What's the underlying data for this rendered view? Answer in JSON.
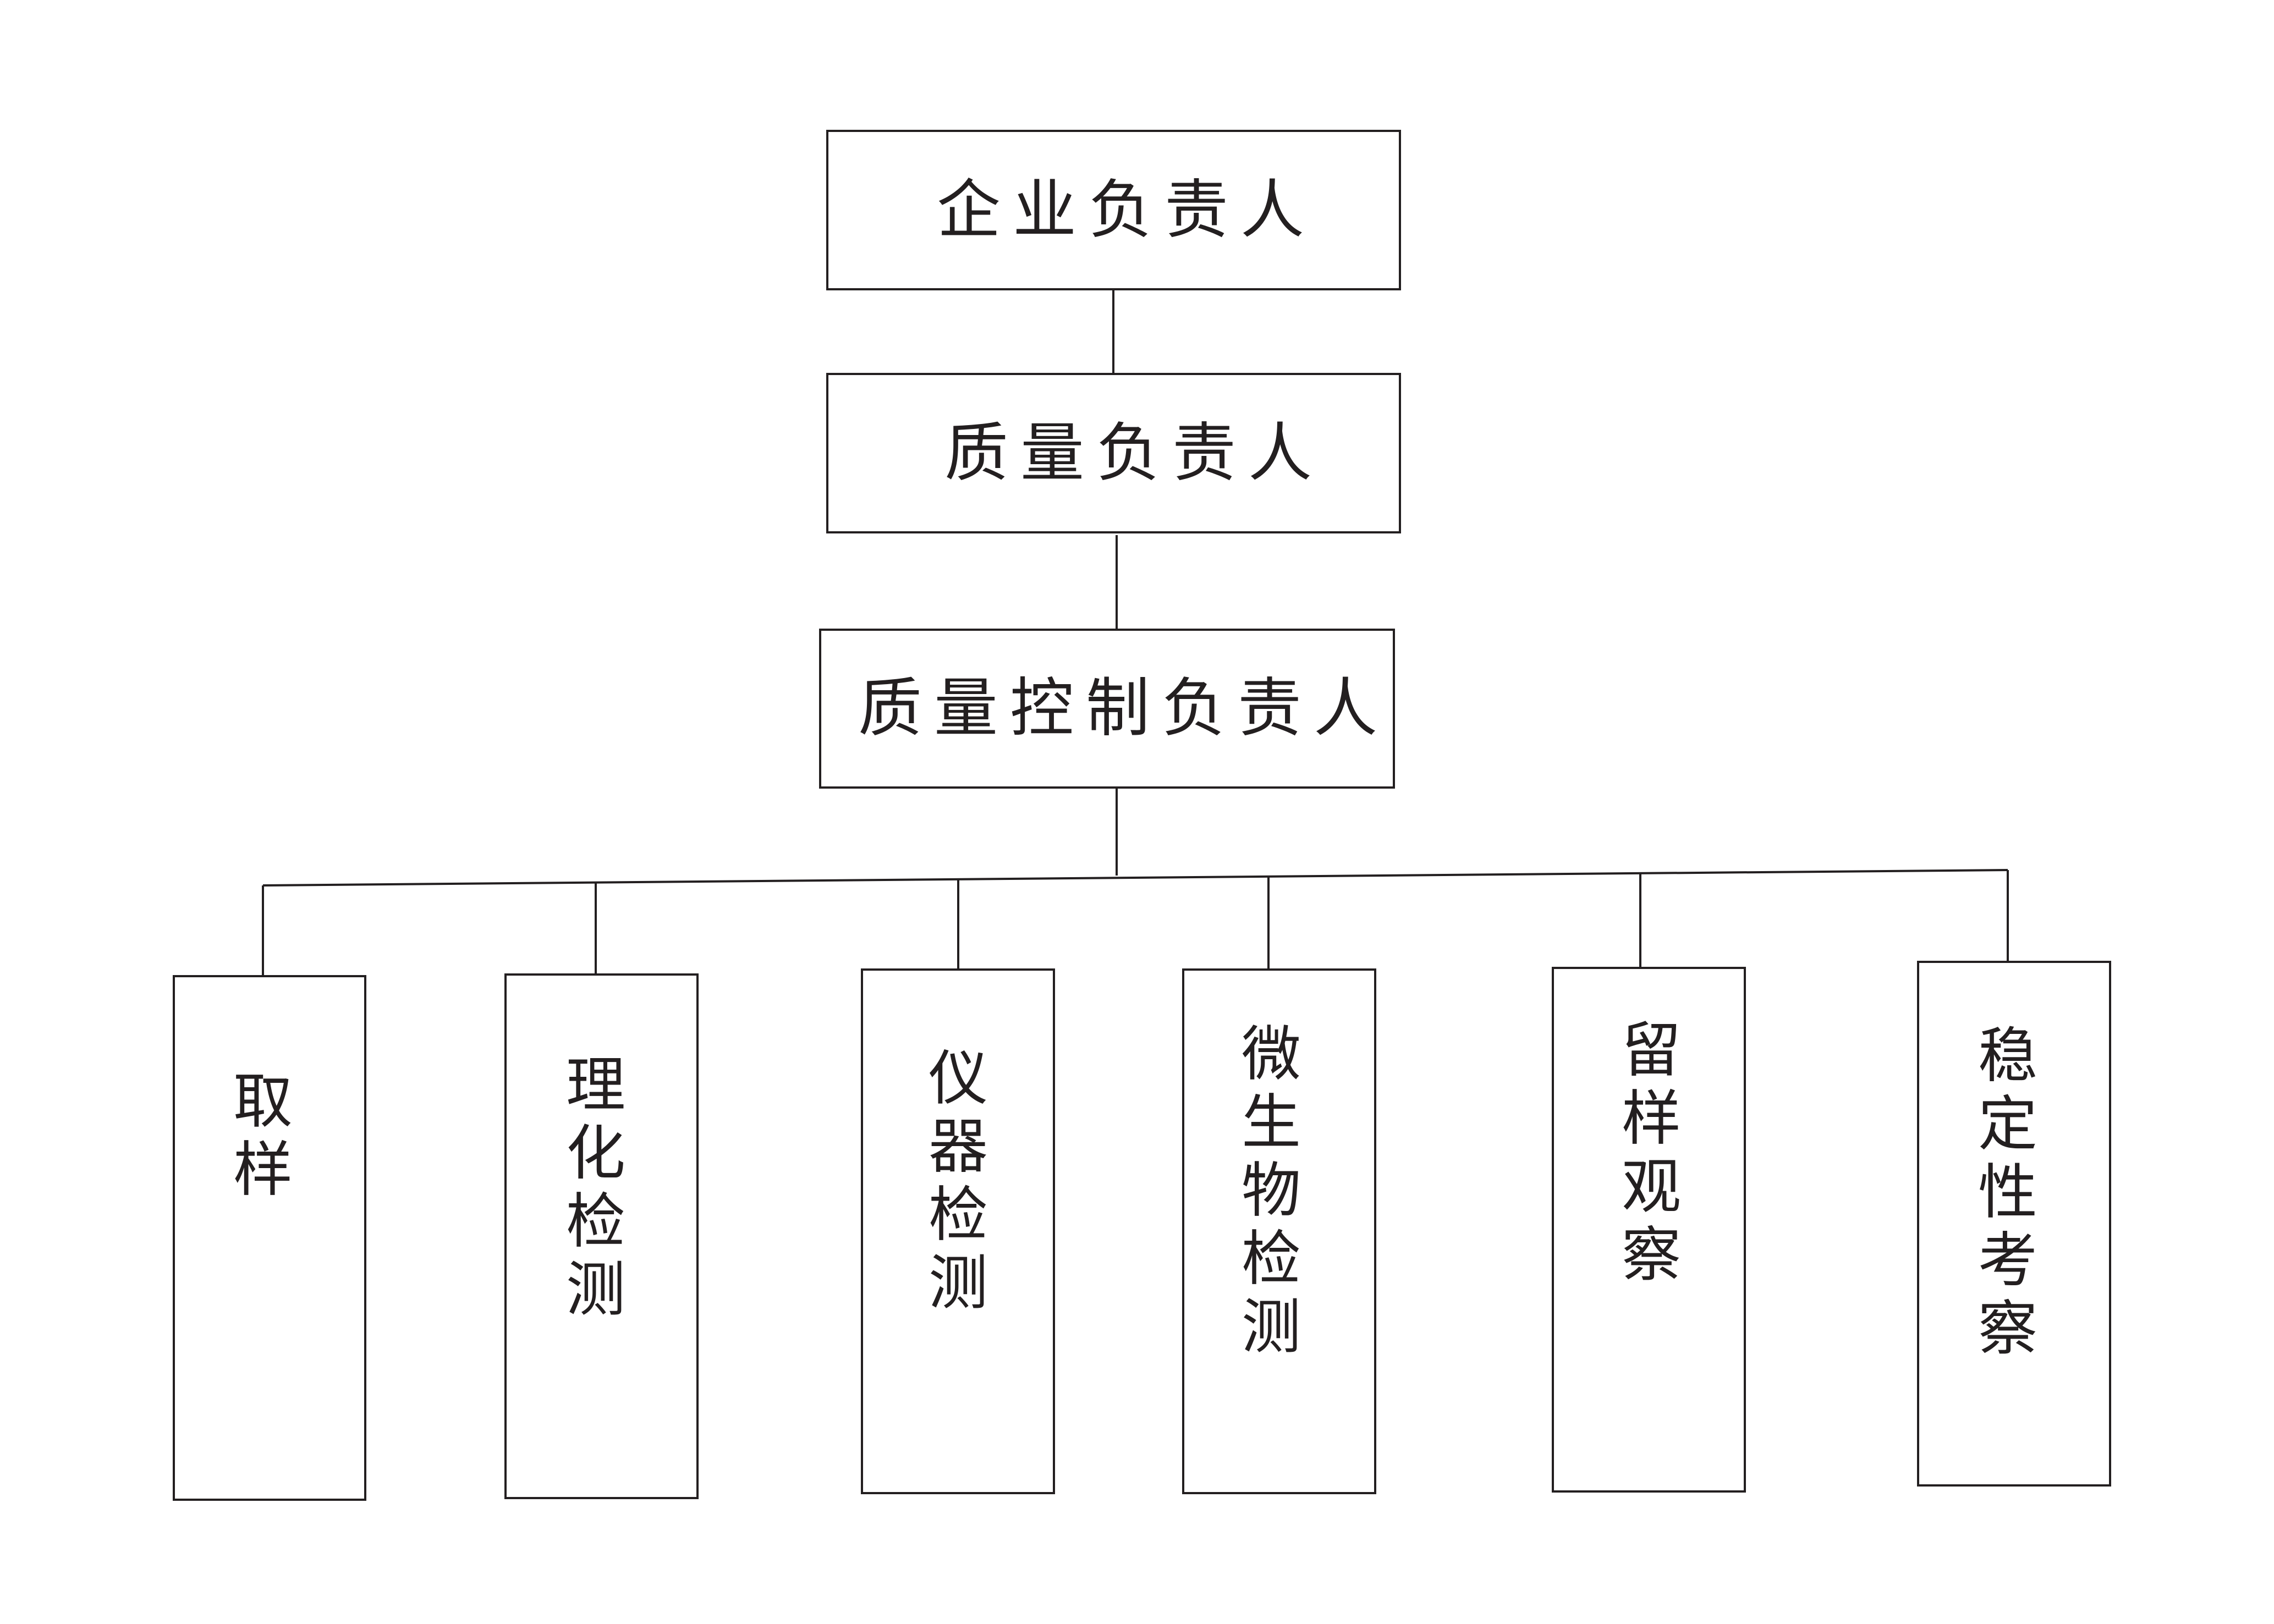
{
  "levels": {
    "enterprise": {
      "label": "企业负责人"
    },
    "quality": {
      "label": "质量负责人"
    },
    "qc": {
      "label": "质量控制负责人"
    }
  },
  "departments": [
    {
      "label": "取样"
    },
    {
      "label": "理化检测"
    },
    {
      "label": "仪器检测"
    },
    {
      "label": "微生物检测"
    },
    {
      "label": "留样观察"
    },
    {
      "label": "稳定性考察"
    }
  ],
  "colors": {
    "line": "#231f20",
    "background": "#ffffff"
  }
}
